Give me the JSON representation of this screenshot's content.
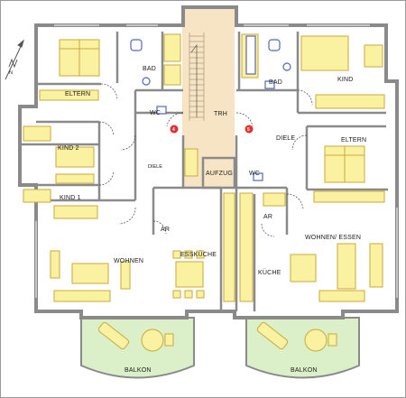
{
  "colors": {
    "wall": "#8a8a8a",
    "wall_dark": "#6e6e6e",
    "stair_floor": "#f7e4c4",
    "furniture": "#faf2a0",
    "furniture_stroke": "#c9a93a",
    "balcony": "#dbefc9",
    "bath_fixture": "#5566bb",
    "marker": "#e03030",
    "door": "#333333"
  },
  "rooms": {
    "bad_left": "BAD",
    "bad_right": "BAD",
    "trh": "TRH",
    "kind_right": "KIND",
    "eltern_left": "ELTERN",
    "eltern_right": "ELTERN",
    "wc_left": "WC",
    "wc_right": "WC",
    "diele_left": "DIELE",
    "diele_right": "DIELE",
    "kind2": "KIND 2",
    "kind1": "KIND 1",
    "aufzug": "AUFZUG",
    "ar_left": "AR",
    "ar_right": "AR",
    "wohnen": "WOHNEN",
    "wohnen_essen": "WOHNEN/ ESSEN",
    "esskueche": "ESSKÜCHE",
    "kueche": "KÜCHE",
    "balkon_left": "BALKON",
    "balkon_right": "BALKON"
  },
  "markers": {
    "left": "4",
    "right": "5"
  },
  "compass": {
    "letter": "N",
    "icon": "compass-arrow-icon"
  }
}
